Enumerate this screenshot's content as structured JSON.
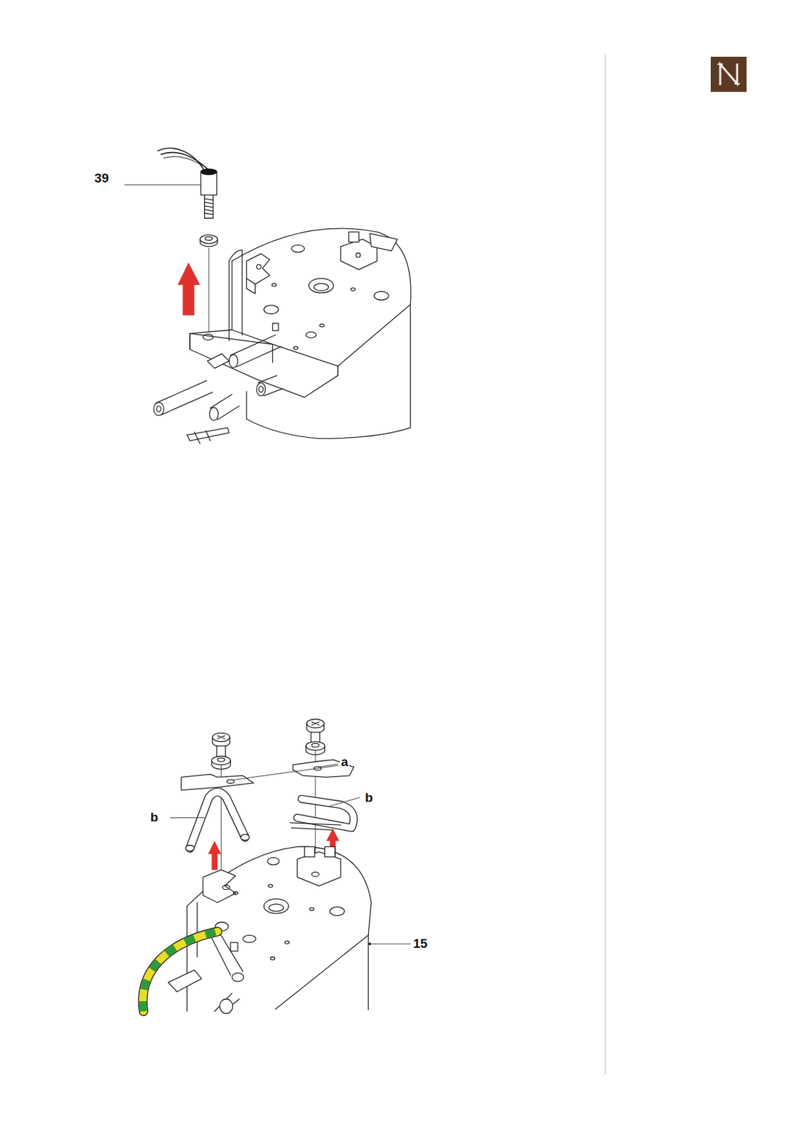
{
  "diagram": {
    "labels": [
      "39",
      "a",
      "b",
      "b",
      "15"
    ]
  }
}
